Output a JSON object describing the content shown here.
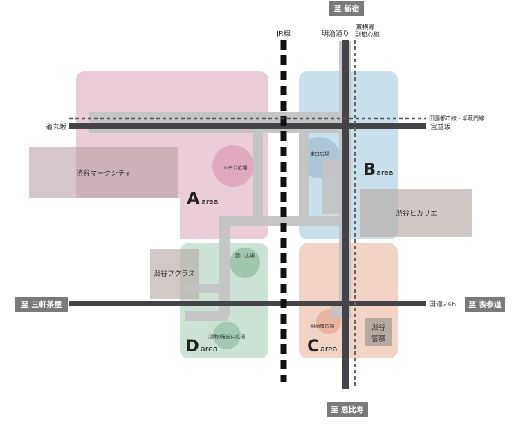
{
  "destinations": {
    "north": "至 新宿",
    "south": "至 恵比寿",
    "west": "至 三軒茶屋",
    "east": "至 表参道"
  },
  "lines": {
    "jr": "JR線",
    "meiji": "明治通り",
    "toyoko_1": "東横線",
    "toyoko_2": "副都心線",
    "denentoshi": "田園都市線・半蔵門線",
    "dogenzaka": "道玄坂",
    "miyamasuzaka": "宮益坂",
    "route246": "国道246"
  },
  "areas": {
    "a": {
      "letter": "A",
      "suffix": "area",
      "color": "#e8c5d2"
    },
    "b": {
      "letter": "B",
      "suffix": "area",
      "color": "#c5dbe8"
    },
    "c": {
      "letter": "C",
      "suffix": "area",
      "color": "#f0d0c0"
    },
    "d": {
      "letter": "D",
      "suffix": "area",
      "color": "#c8dfd0"
    }
  },
  "plazas": {
    "hachiko": "ハチ公広場",
    "east": "東口広場",
    "west": "西口広場",
    "inaribashi": "稲荷橋広場",
    "sakuragaoka": "(仮称)桜丘口広場"
  },
  "buildings": {
    "mark_city": "渋谷マークシティ",
    "hikarie": "渋谷ヒカリエ",
    "fukuras": "渋谷フクラス",
    "police_1": "渋谷",
    "police_2": "警察"
  }
}
